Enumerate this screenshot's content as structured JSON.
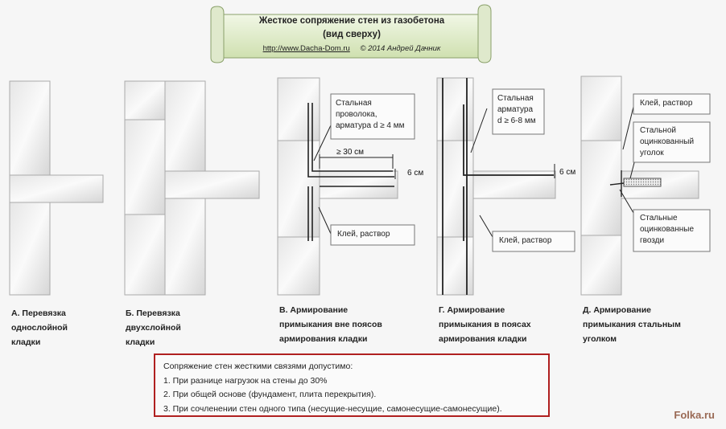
{
  "title": {
    "line1": "Жесткое сопряжение стен из газобетона",
    "line2": "(вид сверху)",
    "url": "http://www.Dacha-Dom.ru",
    "copyright": "© 2014 Андрей Дачник"
  },
  "callouts": {
    "v_wire": [
      "Стальная",
      "проволока,",
      "арматура d ≥ 4 мм"
    ],
    "v_glue": "Клей, раствор",
    "g_rebar": [
      "Стальная",
      "арматура",
      "d ≥ 6-8 мм"
    ],
    "g_glue": "Клей, раствор",
    "d_glue": "Клей, раствор",
    "d_angle": [
      "Стальной",
      "оцинкованный",
      "уголок"
    ],
    "d_nails": [
      "Стальные",
      "оцинкованные",
      "гвозди"
    ]
  },
  "dimensions": {
    "v_len": "≥ 30 см",
    "v_step": "6 см",
    "g_step": "6 см"
  },
  "captions": {
    "a": [
      "А. Перевязка",
      "однослойной",
      "кладки"
    ],
    "b": [
      "Б. Перевязка",
      "двухслойной",
      "кладки"
    ],
    "v": [
      "В. Армирование",
      "примыкания вне поясов",
      "армирования кладки"
    ],
    "g": [
      "Г. Армирование",
      "примыкания в поясах",
      "армирования кладки"
    ],
    "d": [
      "Д. Армирование",
      "примыкания стальным",
      "уголком"
    ]
  },
  "note": {
    "title": "Сопряжение стен жесткими связями  допустимо:",
    "items": [
      "1. При разнице нагрузок на стены до 30%",
      "2. При общей основе (фундамент, плита перекрытия).",
      "3. При сочленении стен одного типа (несущие-несущие, самонесущие-самонесущие)."
    ]
  },
  "watermark": "Folka.ru"
}
